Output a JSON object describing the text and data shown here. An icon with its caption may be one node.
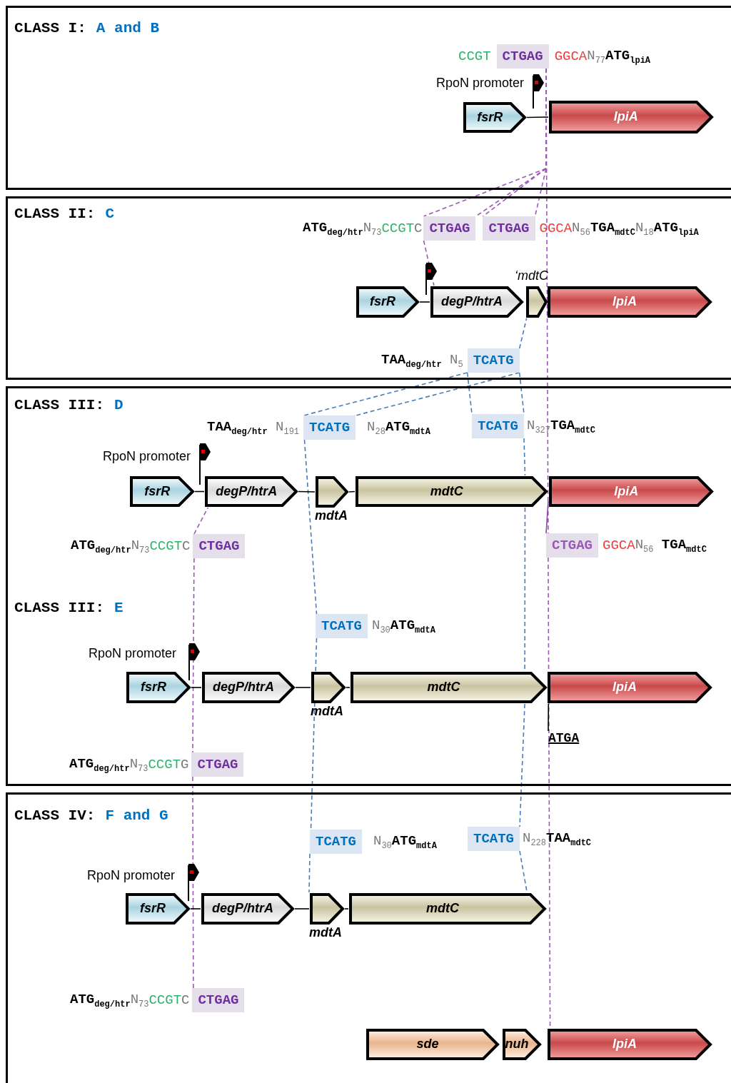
{
  "diagram": {
    "nodes": [
      {
        "text": [
          "CLASS I:",
          "A and B"
        ]
      },
      {
        "text": [
          "CTGAG"
        ],
        "in": 0
      },
      {
        "text": [
          "fsrR"
        ],
        "in": 0
      },
      {
        "text": [
          "lpiA"
        ],
        "in": 0
      },
      {
        "text": [
          "CLASS II:",
          "C"
        ]
      },
      {
        "text": [
          "CTGAG"
        ],
        "in": 4
      },
      {
        "text": [
          "CTGAG"
        ],
        "in": 4
      },
      {
        "text": [
          "fsrR"
        ],
        "in": 4
      },
      {
        "text": [
          "degP/htrA"
        ],
        "in": 4
      },
      {
        "text": [
          "‘mdtC"
        ],
        "in": 4
      },
      {
        "text": [
          "lpiA"
        ],
        "in": 4
      },
      {
        "text": [
          "TCATG"
        ],
        "in": 4
      },
      {
        "text": [
          "CLASS III:",
          "D",
          "CLASS III:",
          "E"
        ]
      },
      {
        "text": [
          "TCATG"
        ],
        "in": 12
      },
      {
        "text": [
          "TCATG"
        ],
        "in": 12
      },
      {
        "text": [
          "fsrR"
        ],
        "in": 12
      },
      {
        "text": [
          "degP/htrA"
        ],
        "in": 12
      },
      {
        "text": [
          "mdtA"
        ],
        "in": 12
      },
      {
        "text": [
          "mdtC"
        ],
        "in": 12
      },
      {
        "text": [
          "lpiA"
        ],
        "in": 12
      },
      {
        "text": [
          "CTGAG"
        ],
        "in": 12
      },
      {
        "text": [
          "CTGAG"
        ],
        "in": 12
      },
      {
        "text": [
          "TCATG"
        ],
        "in": 12
      },
      {
        "text": [
          "fsrR"
        ],
        "in": 12
      },
      {
        "text": [
          "degP/htrA"
        ],
        "in": 12
      },
      {
        "text": [
          "mdtA"
        ],
        "in": 12
      },
      {
        "text": [
          "mdtC"
        ],
        "in": 12
      },
      {
        "text": [
          "lpiA"
        ],
        "in": 12
      },
      {
        "text": [
          "ATGA"
        ],
        "in": 12
      },
      {
        "text": [
          "CTGAG"
        ],
        "in": 12
      },
      {
        "text": [
          "CLASS IV:",
          "F and G"
        ]
      },
      {
        "text": [
          "TCATG"
        ],
        "in": 30
      },
      {
        "text": [
          "TCATG"
        ],
        "in": 30
      },
      {
        "text": [
          "fsrR"
        ],
        "in": 30
      },
      {
        "text": [
          "degP/htrA"
        ],
        "in": 30
      },
      {
        "text": [
          "mdtA"
        ],
        "in": 30
      },
      {
        "text": [
          "mdtC"
        ],
        "in": 30
      },
      {
        "text": [
          "CTGAG"
        ],
        "in": 30
      },
      {
        "text": [
          "sde"
        ],
        "in": 30
      },
      {
        "text": [
          "nuh"
        ],
        "in": 30
      },
      {
        "text": [
          "lpiA"
        ],
        "in": 30
      }
    ],
    "edges": [
      {
        "from": 1,
        "to": 5,
        "arrow": "none",
        "style": "dashed",
        "color": "#9b59b6"
      },
      {
        "from": 1,
        "to": 5,
        "arrow": "none",
        "style": "dashed",
        "color": "#9b59b6"
      },
      {
        "from": 1,
        "to": 6,
        "arrow": "none",
        "style": "dashed",
        "color": "#9b59b6"
      },
      {
        "from": 1,
        "to": 6,
        "arrow": "none",
        "style": "dashed",
        "color": "#9b59b6"
      },
      {
        "from": 11,
        "to": 13,
        "arrow": "none",
        "style": "dashed",
        "color": "#4a7ebb"
      },
      {
        "from": 11,
        "to": 13,
        "arrow": "none",
        "style": "dashed",
        "color": "#4a7ebb"
      },
      {
        "from": 11,
        "to": 14,
        "arrow": "none",
        "style": "dashed",
        "color": "#4a7ebb"
      },
      {
        "from": 11,
        "to": 14,
        "arrow": "none",
        "style": "dashed",
        "color": "#4a7ebb"
      },
      {
        "from": 1,
        "to": 21,
        "arrow": "none",
        "style": "dashed",
        "color": "#9b59b6"
      },
      {
        "from": 20,
        "to": 29,
        "arrow": "none",
        "style": "dashed",
        "color": "#9b59b6"
      },
      {
        "from": 29,
        "to": 37,
        "arrow": "none",
        "style": "dashed",
        "color": "#9b59b6"
      },
      {
        "from": 13,
        "to": 22,
        "arrow": "none",
        "style": "dashed",
        "color": "#4a7ebb"
      },
      {
        "from": 22,
        "to": 31,
        "arrow": "none",
        "style": "dashed",
        "color": "#4a7ebb"
      },
      {
        "from": 14,
        "to": 18,
        "arrow": "none",
        "style": "dashed",
        "color": "#4a7ebb"
      },
      {
        "from": 21,
        "to": 40,
        "arrow": "none",
        "style": "dashed",
        "color": "#9b59b6"
      },
      {
        "from": 2,
        "to": 3,
        "arrow": "none",
        "color": "#000000"
      },
      {
        "from": 7,
        "to": 8,
        "arrow": "none",
        "color": "#000000"
      },
      {
        "from": 15,
        "to": 16,
        "arrow": "none",
        "color": "#000000"
      },
      {
        "from": 16,
        "to": 17,
        "arrow": "none",
        "color": "#000000"
      },
      {
        "from": 17,
        "to": 18,
        "arrow": "none",
        "color": "#000000"
      },
      {
        "from": 23,
        "to": 24,
        "arrow": "none",
        "color": "#000000"
      },
      {
        "from": 24,
        "to": 25,
        "arrow": "none",
        "color": "#000000"
      },
      {
        "from": 25,
        "to": 26,
        "arrow": "none",
        "color": "#000000"
      },
      {
        "from": 33,
        "to": 34,
        "arrow": "none",
        "color": "#000000"
      },
      {
        "from": 34,
        "to": 35,
        "arrow": "none",
        "color": "#000000"
      },
      {
        "from": 35,
        "to": 36,
        "arrow": "none",
        "color": "#000000"
      },
      {
        "from": 28,
        "to": 27,
        "arrow": "none",
        "color": "#000000"
      },
      {
        "from": 21,
        "to": 19,
        "arrow": "none",
        "color": "#8e44ad"
      },
      {
        "from": 18,
        "to": 26,
        "arrow": "none",
        "style": "dashed",
        "color": "#4a7ebb"
      },
      {
        "from": 26,
        "to": 32,
        "arrow": "none",
        "style": "dashed",
        "color": "#4a7ebb"
      },
      {
        "from": 20,
        "to": 16,
        "arrow": "none",
        "style": "dashed",
        "color": "#9b59b6"
      },
      {
        "from": 32,
        "to": 36,
        "arrow": "none",
        "style": "dashed",
        "color": "#4a7ebb"
      },
      {
        "from": 5,
        "to": 8,
        "arrow": "none",
        "style": "dashed",
        "color": "#9b59b6"
      },
      {
        "from": 31,
        "to": 35,
        "arrow": "none",
        "style": "dashed",
        "color": "#4a7ebb"
      },
      {
        "from": 11,
        "to": 9,
        "arrow": "none",
        "style": "dashed",
        "color": "#4a7ebb"
      }
    ],
    "labels": [
      "CCGT",
      "GGCA",
      "N$_{77}$**ATG**$_{lpiA}$",
      "RpoN promoter",
      "**ATG**$_{deg/htr}$N$_{73}$",
      "CCGT",
      "C",
      "GGCA",
      "N$_{56}$**TGA**$_{mdtC}$N$_{18}$**ATG**$_{lpiA}$",
      "**TAA**$_{deg/htr}$ N$_{5}$",
      "**TAA**$_{deg/htr}$ N$_{191}$",
      "N$_{28}$**ATG**$_{mdtA}$",
      "N$_{327}$**TGA**$_{mdtC}$",
      "RpoN promoter",
      "**ATG**$_{deg/htr}$N$_{73}$",
      "CCGT",
      "C",
      "GGCA",
      "N$_{56}$ **TGA**$_{mdtC}$",
      "N$_{30}$**ATG**$_{mdtA}$",
      "RpoN promoter",
      "**ATG**$_{deg/htr}$N$_{73}$",
      "CCGT",
      "G",
      "N$_{30}$**ATG**$_{mdtA}$",
      "N$_{228}$**TAA**$_{mdtC}$",
      "RpoN promoter",
      "**ATG**$_{deg/htr}$N$_{73}$",
      "CCGT",
      "C"
    ]
  }
}
